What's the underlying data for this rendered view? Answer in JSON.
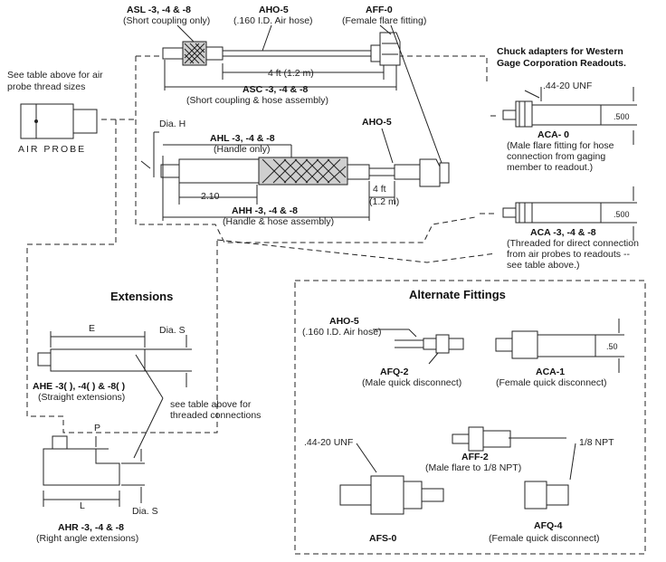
{
  "labels": {
    "asl_title": "ASL -3, -4 & -8",
    "asl_sub": "(Short coupling only)",
    "aho5_top_title": "AHO-5",
    "aho5_top_sub": "(.160 I.D. Air hose)",
    "aff0_title": "AFF-0",
    "aff0_sub": "(Female flare fitting)",
    "chuck_line1": "Chuck adapters for Western",
    "chuck_line2": "Gage Corporation Readouts.",
    "see_table_line1": "See table above for air",
    "see_table_line2": "probe thread sizes",
    "air_probe": "AIR PROBE",
    "four_ft_top": "4 ft (1.2 m)",
    "asc_title": "ASC -3, -4 & -8",
    "asc_sub": "(Short coupling & hose assembly)",
    "unf_44_20": ".44-20 UNF",
    "dim_500": ".500",
    "aca0_title": "ACA- 0",
    "aca0_sub1": "(Male flare fitting for hose",
    "aca0_sub2": "connection from gaging",
    "aca0_sub3": "member to readout.)",
    "dia_h": "Dia. H",
    "ahl_title": "AHL -3, -4 & -8",
    "ahl_sub": "(Handle only)",
    "aho5_mid_title": "AHO-5",
    "dim_210": "2.10",
    "four_ft_mid": "4 ft",
    "one_two_m": "(1.2 m)",
    "ahh_title": "AHH -3, -4 & -8",
    "ahh_sub": "(Handle & hose assembly)",
    "dim_500_b": ".500",
    "aca3_title": "ACA -3, -4 & -8",
    "aca3_sub1": "(Threaded for direct connection",
    "aca3_sub2": "from air probes to readouts --",
    "aca3_sub3": "see table above.)",
    "extensions_heading": "Extensions",
    "dim_e": "E",
    "dia_s_1": "Dia. S",
    "ahe_title": "AHE -3( ), -4( ) & -8( )",
    "ahe_sub": "(Straight extensions)",
    "see_table_conn1": "see table above for",
    "see_table_conn2": "threaded connections",
    "dim_p": "P",
    "dim_l": "L",
    "dia_s_2": "Dia. S",
    "ahr_title": "AHR -3, -4 & -8",
    "ahr_sub": "(Right angle extensions)",
    "alt_heading": "Alternate Fittings",
    "aho5_alt_title": "AHO-5",
    "aho5_alt_sub": "(.160 I.D. Air hose)",
    "afq2_title": "AFQ-2",
    "afq2_sub": "(Male quick disconnect)",
    "aca1_title": "ACA-1",
    "aca1_sub": "(Female quick disconnect)",
    "dim_50": ".50",
    "unf_alt": ".44-20 UNF",
    "aff2_title": "AFF-2",
    "aff2_sub": "(Male flare to 1/8 NPT)",
    "npt": "1/8 NPT",
    "afs0_title": "AFS-0",
    "afq4_title": "AFQ-4",
    "afq4_sub": "(Female quick disconnect)"
  }
}
